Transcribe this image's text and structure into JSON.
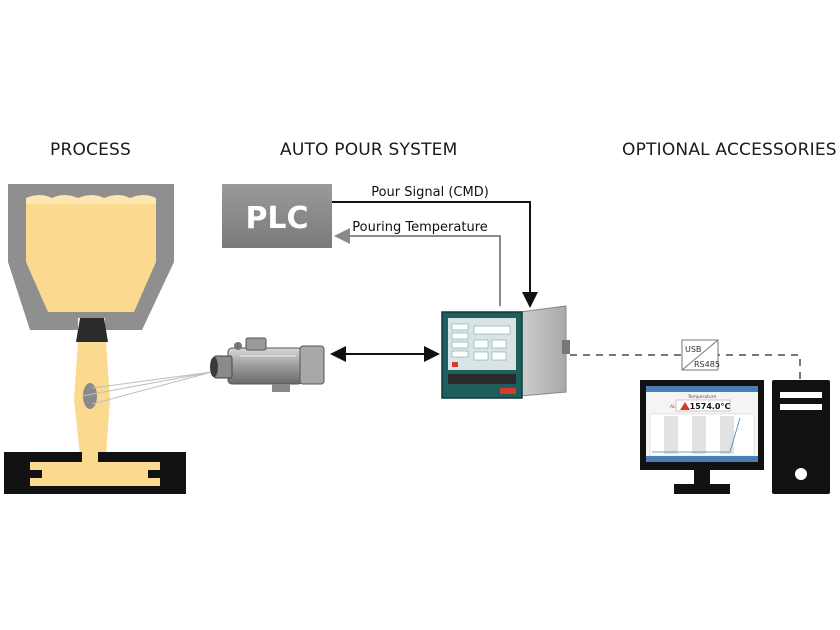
{
  "headings": {
    "process": "PROCESS",
    "auto_pour": "AUTO POUR SYSTEM",
    "accessories": "OPTIONAL ACCESSORIES"
  },
  "plc": {
    "label": "PLC"
  },
  "signals": {
    "pour_signal": "Pour Signal (CMD)",
    "pouring_temperature": "Pouring Temperature"
  },
  "converter": {
    "top": "USB",
    "bottom": "RS485"
  },
  "monitor": {
    "title": "Temperature",
    "reading": "1574.0°C",
    "alarm_badge": "AL"
  },
  "colors": {
    "molten_metal": "#fbd98f",
    "vessel_gray": "#8f8f8f",
    "plc_gray": "#8c8c8c",
    "controller_teal": "#1e5f5e",
    "mold_black": "#111111",
    "alarm_red": "#d83a2a"
  }
}
